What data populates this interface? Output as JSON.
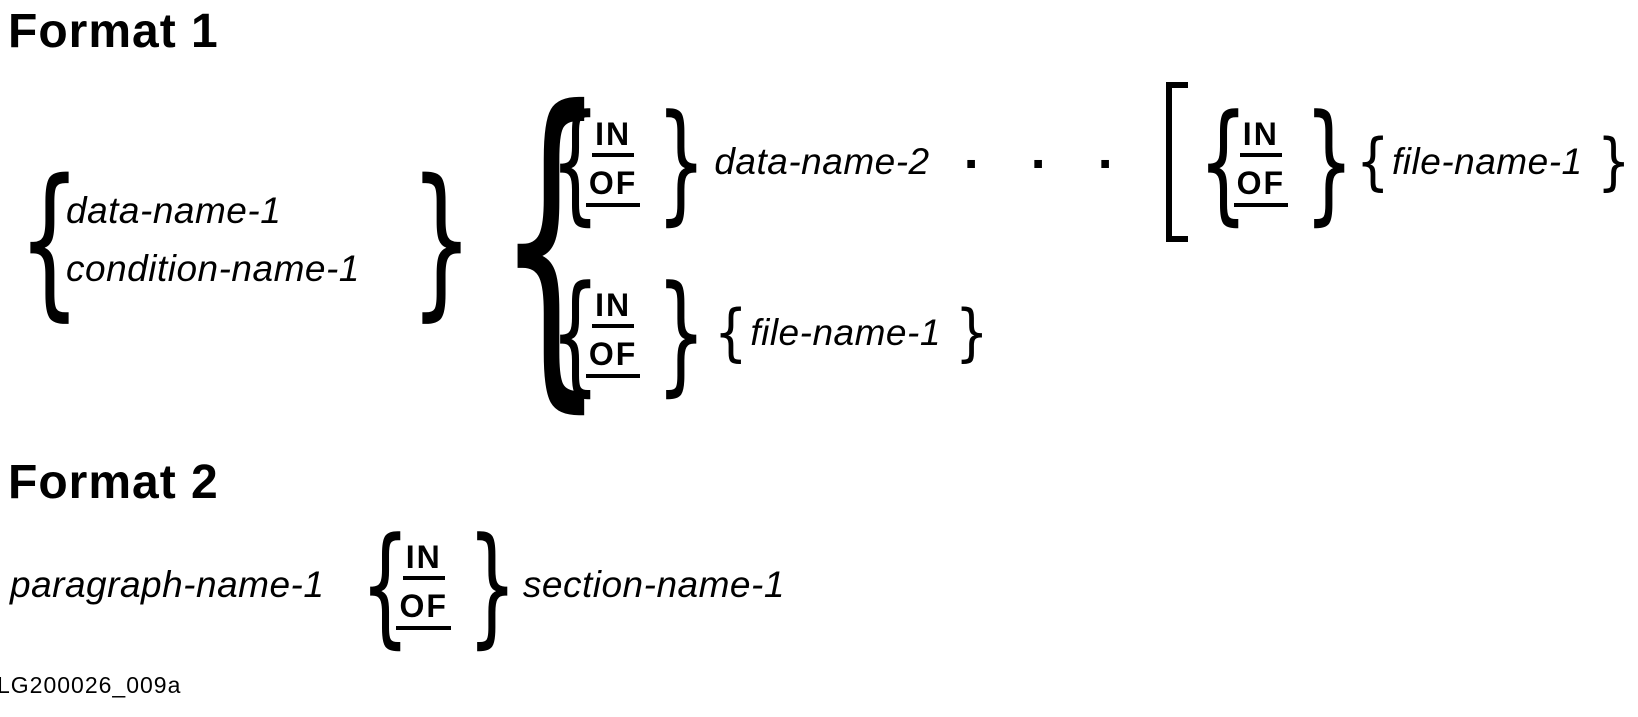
{
  "colors": {
    "background": "#ffffff",
    "ink": "#000000"
  },
  "notation": {
    "open_brace": "{",
    "close_brace": "}",
    "ellipsis": "· · ·"
  },
  "format1": {
    "heading": "Format 1",
    "left_choice": {
      "items": [
        "data-name-1",
        "condition-name-1"
      ]
    },
    "qualifier_rows": {
      "row1": {
        "keywords": [
          "IN",
          "OF"
        ],
        "operand": "data-name-2",
        "optional": {
          "keywords": [
            "IN",
            "OF"
          ],
          "operand": "file-name-1"
        }
      },
      "row2": {
        "keywords": [
          "IN",
          "OF"
        ],
        "operand": "file-name-1"
      }
    }
  },
  "format2": {
    "heading": "Format 2",
    "left_operand": "paragraph-name-1",
    "keywords": [
      "IN",
      "OF"
    ],
    "right_operand": "section-name-1"
  },
  "footer": {
    "figure_id": "LG200026_009a"
  }
}
